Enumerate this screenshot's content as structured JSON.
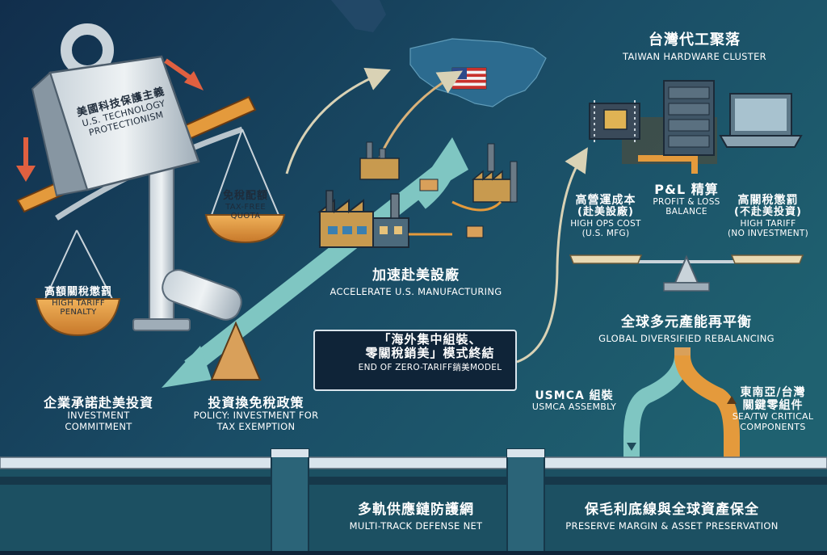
{
  "weight": {
    "zh": "美國科技保護主義",
    "en_line1": "U.S. TECHNOLOGY",
    "en_line2": "PROTECTIONISM"
  },
  "scale_left": {
    "zh": "高額關稅懲罰",
    "en_line1": "HIGH TARIFF",
    "en_line2": "PENALTY"
  },
  "scale_right": {
    "zh": "免稅配額",
    "en_line1": "TAX-FREE",
    "en_line2": "QUOTA"
  },
  "investment_commitment": {
    "zh": "企業承諾赴美投資",
    "en_line1": "INVESTMENT",
    "en_line2": "COMMITMENT"
  },
  "policy": {
    "zh": "投資換免稅政策",
    "en_line1": "POLICY: INVESTMENT FOR",
    "en_line2": "TAX EXEMPTION"
  },
  "accelerate": {
    "zh": "加速赴美設廠",
    "en": "ACCELERATE U.S. MANUFACTURING"
  },
  "end_model": {
    "zh_line1": "「海外集中組裝、",
    "zh_line2": "零關稅銷美」模式終結",
    "en": "END OF ZERO-TARIFF銷美MODEL"
  },
  "taiwan_cluster": {
    "zh": "台灣代工聚落",
    "en": "TAIWAN HARDWARE CLUSTER"
  },
  "pl": {
    "zh": "P&L 精算",
    "en_line1": "PROFIT & LOSS",
    "en_line2": "BALANCE"
  },
  "high_ops": {
    "zh_line1": "高營運成本",
    "zh_line2": "(赴美設廠)",
    "en_line1": "HIGH OPS COST",
    "en_line2": "(U.S. MFG)"
  },
  "high_tariff_r": {
    "zh_line1": "高關稅懲罰",
    "zh_line2": "(不赴美投資)",
    "en_line1": "HIGH TARIFF",
    "en_line2": "(NO INVESTMENT)"
  },
  "global_rebal": {
    "zh": "全球多元產能再平衡",
    "en": "GLOBAL DIVERSIFIED REBALANCING"
  },
  "usmca": {
    "zh": "USMCA 組裝",
    "en": "USMCA ASSEMBLY"
  },
  "sea": {
    "zh_line1": "東南亞/台灣",
    "zh_line2": "關鍵零組件",
    "en_line1": "SEA/TW CRITICAL",
    "en_line2": "COMPONENTS"
  },
  "defense_net": {
    "zh": "多軌供應鏈防護網",
    "en": "MULTI-TRACK DEFENSE NET"
  },
  "preserve": {
    "zh": "保毛利底線與全球資產保全",
    "en": "PRESERVE MARGIN & ASSET PRESERVATION"
  },
  "icons": [
    "weight-icon",
    "balance-scale-icon",
    "us-flag-icon",
    "factory-icon",
    "chip-icon",
    "server-icon",
    "laptop-icon",
    "no-ship-icon"
  ],
  "colors": {
    "navy": "#16395a",
    "teal": "#1f6170",
    "orange": "#e49a3c",
    "arrow_teal": "#7fc6c2",
    "cream": "#e9d9b2"
  }
}
